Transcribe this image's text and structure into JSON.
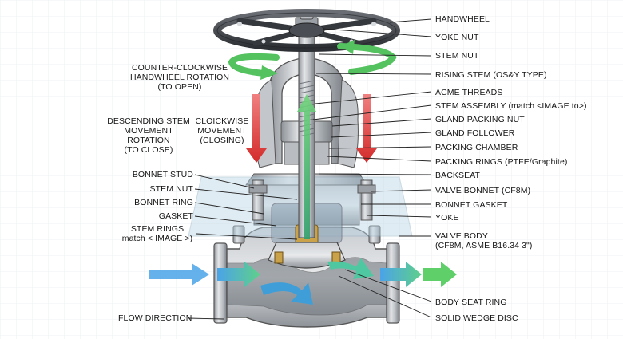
{
  "labels": {
    "right": {
      "handwheel": "HANDWHEEL",
      "yoke_nut": "YOKE NUT",
      "stem_nut": "STEM NUT",
      "rising_stem": "RISING STEM (OS&Y TYPE)",
      "acme_threads": "ACME THREADS",
      "stem_assembly": "STEM ASSEMBLY (match <IMAGE to>)",
      "gland_packing_nut": "GLAND PACKING NUT",
      "gland_follower": "GLAND FOLLOWER",
      "packing_chamber": "PACKING CHAMBER",
      "packing_rings": "PACKING RINGS (PTFE/Graphite)",
      "backseat": "BACKSEAT",
      "valve_bonnet": "VALVE BONNET (CF8M)",
      "bonnet_gasket": "BONNET GASKET",
      "yoke": "YOKE",
      "valve_body": "VALVE BODY\n(CF8M, ASME B16.34 3\")",
      "body_seat_ring": "BODY SEAT RING",
      "solid_wedge_disc": "SOLID WEDGE DISC"
    },
    "left": {
      "ccw_rotation": "COUNTER-CLOCKWISE\nHANDWHEEL ROTATION\n(TO OPEN)",
      "descending_stem": "DESCENDING STEM\nMOVEMENT ROTATION\n(TO CLOSE)",
      "clockwise_movement": "CLOICKWISE\nMOVEMENT\n(CLOSING)",
      "bonnet_stud": "BONNET STUD",
      "stem_nut": "STEM NUT",
      "bonnet_ring": "BONNET RING",
      "gasket": "GASKET",
      "stem_rings": "STEM RINGS\nmatch < IMAGE >)",
      "flow_direction": "FLOW DIRECTION"
    }
  },
  "colors": {
    "metal_light": "#d9dcdf",
    "metal_mid": "#a9adb2",
    "metal_dark": "#5a5f66",
    "wheel": "#3a3d42",
    "green": "#4cc35a",
    "red": "#d93a3a",
    "flow_blue": "#5aa9e6",
    "glass": "#bcd6e6",
    "brass": "#c9a24a"
  }
}
